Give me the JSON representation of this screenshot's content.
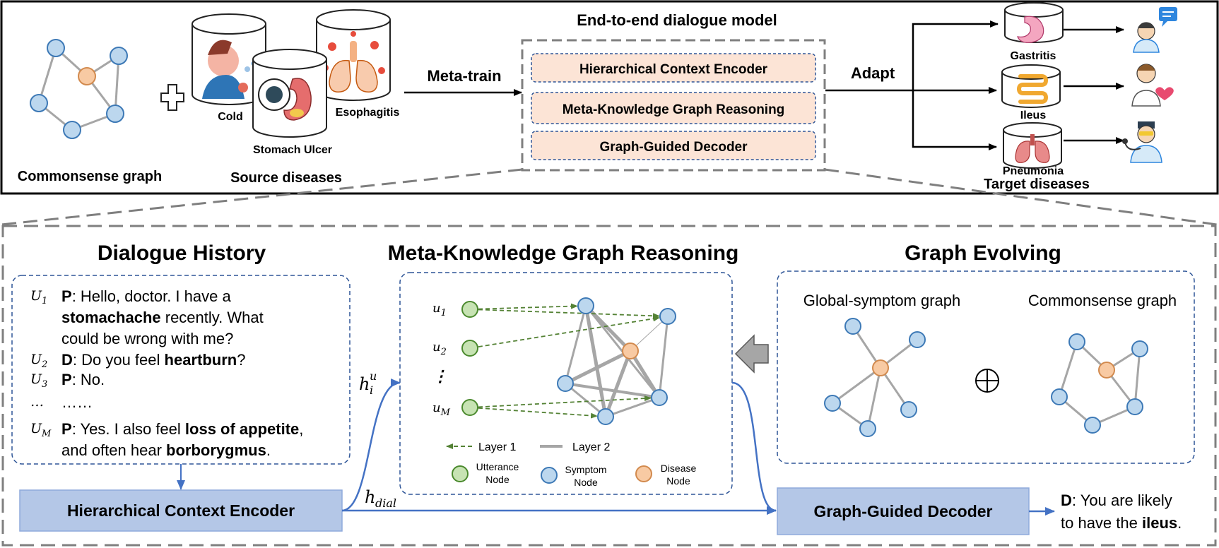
{
  "colors": {
    "node_blue": "#bcd7ee",
    "node_blue_stroke": "#3d79b6",
    "node_orange": "#f8caa3",
    "node_orange_stroke": "#d28a4e",
    "node_green": "#c7e3b3",
    "node_green_stroke": "#4b8a2e",
    "edge_gray": "#a6a6a6",
    "module_fill": "#fce4d6",
    "module_border": "#2e5597",
    "block_fill": "#b4c7e7",
    "block_border": "#8faadc",
    "flow_blue": "#4472c4",
    "dash_gray": "#7f7f7f",
    "dash_blue": "#2e5597",
    "arrow_green": "#548235"
  },
  "top": {
    "commonsense_label": "Commonsense graph",
    "plus_symbol": "+",
    "source": {
      "label": "Source diseases",
      "items": [
        "Cold",
        "Stomach Ulcer",
        "Esophagitis"
      ]
    },
    "meta_train_label": "Meta-train",
    "model": {
      "title": "End-to-end dialogue model",
      "modules": [
        "Hierarchical Context Encoder",
        "Meta-Knowledge Graph Reasoning",
        "Graph-Guided Decoder"
      ]
    },
    "adapt_label": "Adapt",
    "target": {
      "label": "Target diseases",
      "items": [
        "Gastritis",
        "Ileus",
        "Pneumonia"
      ]
    }
  },
  "bottom": {
    "history": {
      "title": "Dialogue History",
      "utterances": [
        {
          "sym": "U",
          "sub": "1",
          "lines": [
            [
              {
                "t": "P",
                "b": true
              },
              {
                "t": ": Hello, doctor. I have a",
                "b": false
              }
            ],
            [
              {
                "t": "stomachache",
                "b": true
              },
              {
                "t": " recently. What",
                "b": false
              }
            ],
            [
              {
                "t": "could be wrong with me?",
                "b": false
              }
            ]
          ]
        },
        {
          "sym": "U",
          "sub": "2",
          "lines": [
            [
              {
                "t": "D",
                "b": true
              },
              {
                "t": ": Do you feel ",
                "b": false
              },
              {
                "t": "heartburn",
                "b": true
              },
              {
                "t": "?",
                "b": false
              }
            ]
          ]
        },
        {
          "sym": "U",
          "sub": "3",
          "lines": [
            [
              {
                "t": "P",
                "b": true
              },
              {
                "t": ": No.",
                "b": false
              }
            ]
          ]
        },
        {
          "sym": "…",
          "sub": "",
          "lines": [
            [
              {
                "t": "……",
                "b": false
              }
            ]
          ]
        },
        {
          "sym": "U",
          "sub": "M",
          "lines": [
            [
              {
                "t": "P",
                "b": true
              },
              {
                "t": ": Yes. I also feel ",
                "b": false
              },
              {
                "t": "loss of appetite",
                "b": true
              },
              {
                "t": ",",
                "b": false
              }
            ],
            [
              {
                "t": "and often hear ",
                "b": false
              },
              {
                "t": "borborygmus",
                "b": true
              },
              {
                "t": ".",
                "b": false
              }
            ]
          ]
        }
      ]
    },
    "reasoning": {
      "title": "Meta-Knowledge Graph Reasoning",
      "u_labels": [
        {
          "sym": "u",
          "sub": "1"
        },
        {
          "sym": "u",
          "sub": "2"
        },
        {
          "sym": "⋮",
          "sub": ""
        },
        {
          "sym": "u",
          "sub": "M"
        }
      ],
      "legend": {
        "layer1": "Layer 1",
        "layer2": "Layer 2",
        "utterance_node": [
          "Utterance",
          "Node"
        ],
        "symptom_node": [
          "Symptom",
          "Node"
        ],
        "disease_node": [
          "Disease",
          "Node"
        ]
      }
    },
    "evolving": {
      "title": "Graph Evolving",
      "global_label": "Global-symptom graph",
      "commonsense_label": "Commonsense graph",
      "oplus": "⊕"
    },
    "encoder_label": "Hierarchical Context Encoder",
    "decoder_label": "Graph-Guided Decoder",
    "h_i_u": {
      "sym": "h",
      "sub": "i",
      "sup": "u"
    },
    "h_dial": {
      "sym": "h",
      "sub": "dial"
    },
    "output": {
      "line1": [
        {
          "t": "D",
          "b": true
        },
        {
          "t": ": You are likely",
          "b": false
        }
      ],
      "line2": [
        {
          "t": "to have the ",
          "b": false
        },
        {
          "t": "ileus",
          "b": true
        },
        {
          "t": ".",
          "b": false
        }
      ]
    }
  }
}
